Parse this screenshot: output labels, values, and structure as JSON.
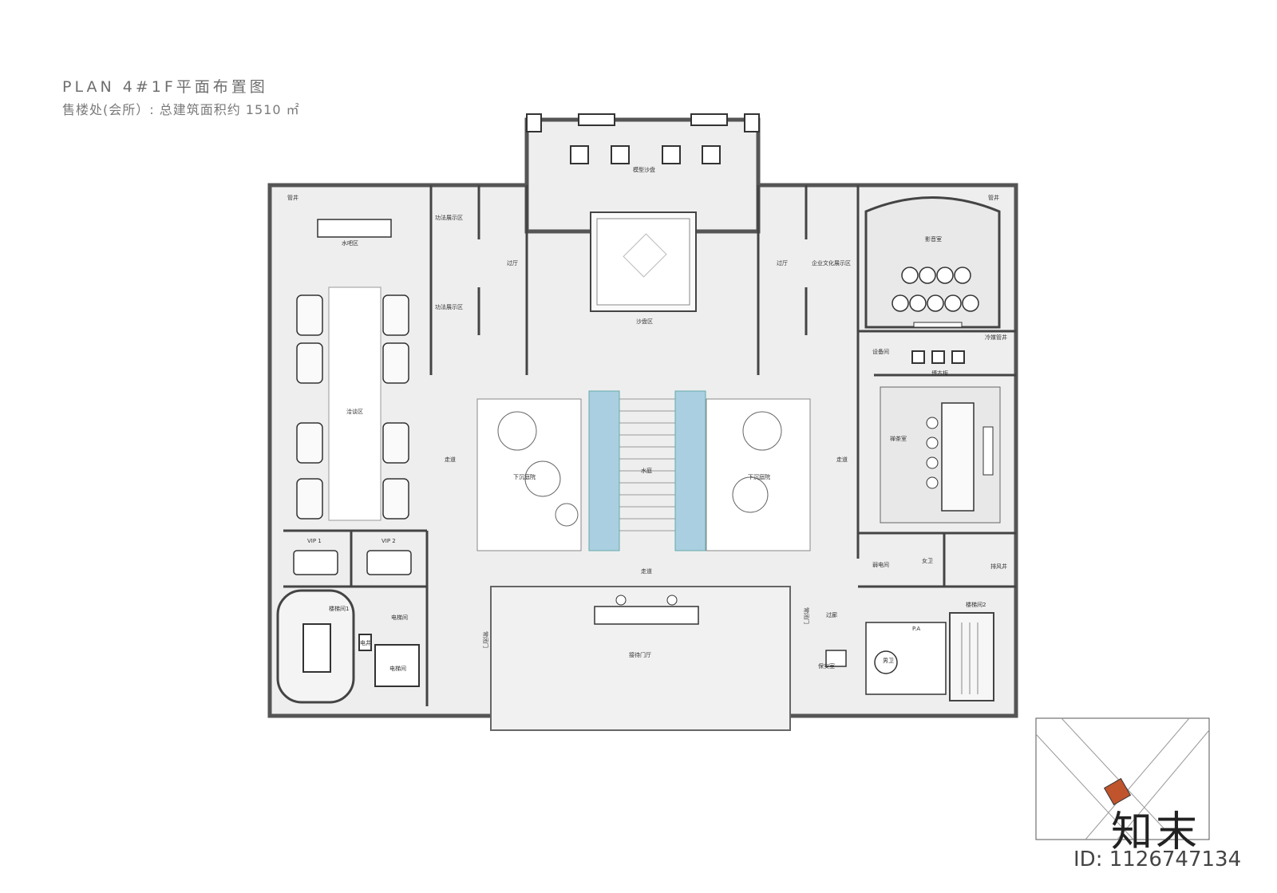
{
  "title": {
    "line1": "PLAN  4#1F平面布置图",
    "line2": "售楼处(会所）: 总建筑面积约 1510 ㎡"
  },
  "rooms": {
    "water_bar": "水吧区",
    "display_north": "功法展示区",
    "display_south": "功法展示区",
    "hall_west": "过厅",
    "hall_east": "过厅",
    "model_top": "模型沙盘",
    "sand_table": "沙盘区",
    "culture": "企业文化展示区",
    "cinema": "影音室",
    "cooling_shaft": "冷媒管井",
    "pipe_nw": "管井",
    "pipe_ne": "管井",
    "equipment": "设备间",
    "curio": "博古柜",
    "tea": "禅茶室",
    "negotiation": "洽谈区",
    "corridor_w": "走道",
    "corridor_e": "走道",
    "corridor_s": "走道",
    "sunken_w": "下沉庭院",
    "sunken_e": "下沉庭院",
    "water_court": "水庭",
    "vip1": "VIP 1",
    "vip2": "VIP 2",
    "weak_elec": "弱电间",
    "female_wc": "女卫",
    "exhaust": "排风井",
    "stair1": "楼梯间1",
    "elevator_hall": "电梯间",
    "elec_shaft": "电井",
    "elevator": "电梯间",
    "door_w": "常闭门",
    "door_e": "常闭门",
    "passage": "过廊",
    "reception": "接待门厅",
    "security": "保安室",
    "male_wc": "男卫",
    "pa": "P.A",
    "stair2": "楼梯间2"
  },
  "brand": "知末",
  "id_label": "ID: 1126747134"
}
